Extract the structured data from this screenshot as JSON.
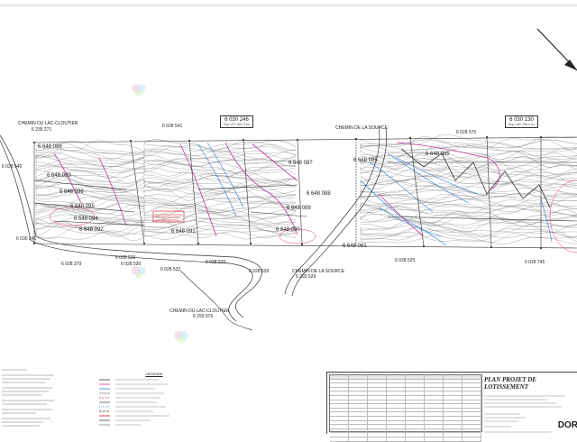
{
  "lots": {
    "lot_6030246": {
      "number": "6 030 246",
      "area": "Sup=227 851,3 m²"
    },
    "lot_6030130": {
      "number": "6 030 130",
      "area": "Sup=180 758,0 m²"
    },
    "lot_6235271": "6 235 271",
    "lot_6028541": "6 028 541",
    "lot_6028540": "6 028 540",
    "lot_6028570": "6 028 570",
    "lot_6648098": "6 648 098",
    "lot_6648096": "6 648 096",
    "lot_6648095": "6 648 095",
    "lot_6648094": "6 648 094",
    "lot_6648093": "6 648 093",
    "lot_6648092": "6 648 092",
    "lot_6648091": "6 648 091",
    "lot_6648090": "6 648 090",
    "lot_6648089": "6 648 089",
    "lot_6648088": "6 648 088",
    "lot_6648087": "6 648 087",
    "lot_6648086": "6 648 086",
    "lot_6648085": "6 648 085",
    "lot_6648081": "6 648 081",
    "lot_6030241": "6 030 241",
    "lot_6028379": "6 028 379",
    "lot_6028526": "6 028 526",
    "lot_6028530": "6 028 530",
    "lot_6028532": "6 028 532",
    "lot_6028535": "6 028 535",
    "lot_6028539": "6 028 539",
    "lot_6028525": "6 028 525",
    "lot_6028745": "6 028 745",
    "lot_6293529": "6 293 529",
    "lot_6293570": "6 293 570"
  },
  "roads": {
    "lac_cloutier_top": "CHEMIN DU LAC-CLOUTIER",
    "lac_cloutier_bottom": "CHEMIN DU LAC-CLOUTIER",
    "source_top": "CHEMIN DE LA SOURCE",
    "source_bottom": "CHEMIN DE LA SOURCE"
  },
  "legend": {
    "title": "LÉGENDE"
  },
  "title_block": {
    "title": "PLAN PROJET DE LOTISSEMENT",
    "brand": "DOR"
  },
  "colors": {
    "contour": "#8a8a8a",
    "contour_dark": "#555555",
    "watercourse": "#2a7bd4",
    "slope_zone": "#c0369a",
    "wetland": "#d9357a",
    "note_red": "#dd1111",
    "boundary": "#333333"
  }
}
